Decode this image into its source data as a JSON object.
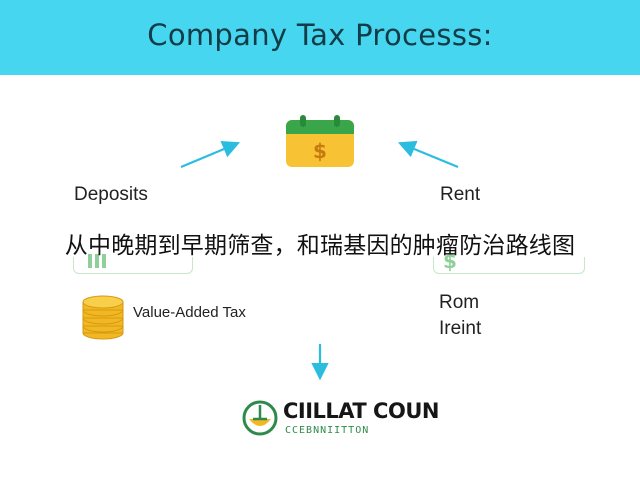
{
  "title": "Company Tax Processs:",
  "overlay_text": "从中晚期到早期筛查，和瑞基因的肿瘤防治路线图",
  "nodes": {
    "deposits": "Deposits",
    "rent": "Rent",
    "vat": "Value-Added Tax",
    "rom": "Rom",
    "ireint": "Ireint"
  },
  "calendar_symbol": "$",
  "brand": {
    "name": "CIILLAT COUN",
    "tagline": "CCEBNNIITTON"
  },
  "colors": {
    "banner": "#46d6ef",
    "arrow": "#2bbde0",
    "calendar_top": "#3aa64a",
    "calendar_body": "#f7c233",
    "coin": "#f2b824",
    "brand_green": "#2f8a4a"
  },
  "icons": [
    "calendar-dollar-icon",
    "coin-stack-icon",
    "money-icon",
    "dollar-icon",
    "leaf-logo-icon"
  ]
}
